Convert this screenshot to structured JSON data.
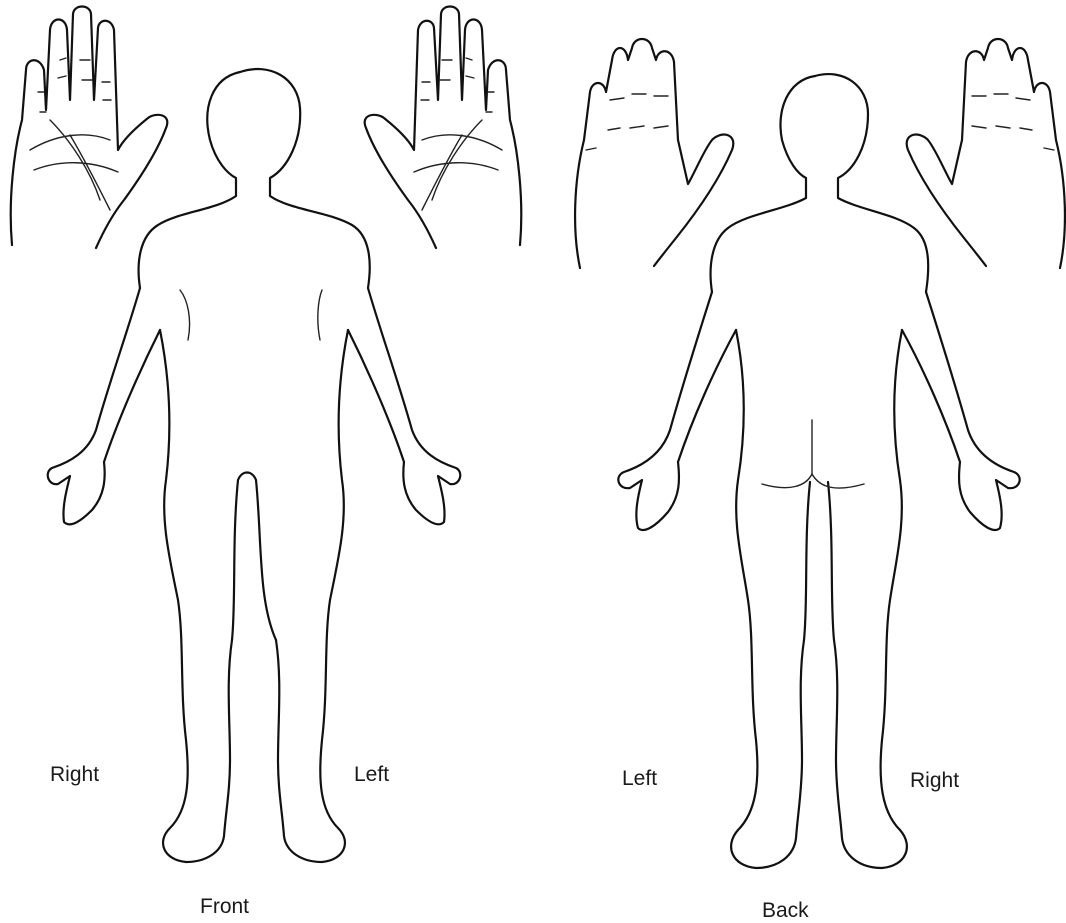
{
  "labels": {
    "front_right": "Right",
    "front_left": "Left",
    "front_caption": "Front",
    "back_left": "Left",
    "back_right": "Right",
    "back_caption": "Back"
  }
}
